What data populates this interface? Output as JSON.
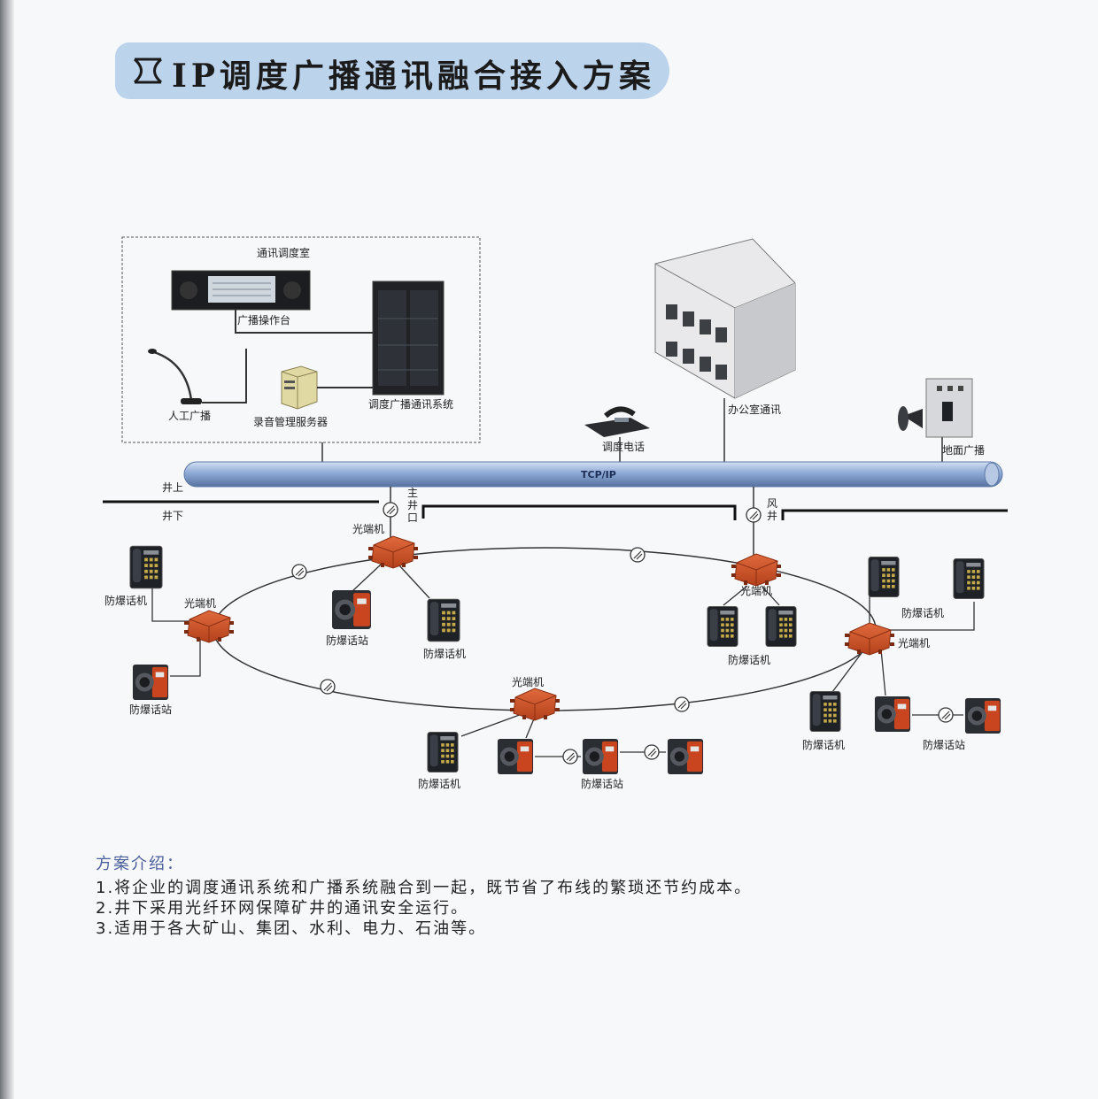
{
  "title": "IP调度广播通讯融合接入方案",
  "labels": {
    "control_room": "通讯调度室",
    "broadcast_console": "广播操作台",
    "manual_broadcast": "人工广播",
    "recording_server": "录音管理服务器",
    "dispatch_system": "调度广播通讯系统",
    "dispatch_phone": "调度电话",
    "office_comm": "办公室通讯",
    "ground_broadcast": "地面广播",
    "backbone": "TCP/IP",
    "above_ground": "井上",
    "below_ground": "井下",
    "main_shaft": [
      "主",
      "井",
      "口"
    ],
    "air_shaft": [
      "风",
      "井"
    ],
    "optical_terminal": "光端机",
    "explosion_proof_phone": "防爆话机",
    "explosion_proof_station": "防爆话站"
  },
  "intro": {
    "heading": "方案介绍：",
    "items": [
      "1.将企业的调度通讯系统和广播系统融合到一起，既节省了布线的繁琐还节约成本。",
      "2.井下采用光纤环网保障矿井的通讯安全运行。",
      "3.适用于各大矿山、集团、水利、电力、石油等。"
    ]
  },
  "colors": {
    "banner": "#bcd3ec",
    "backbone_pipe": "#8da9d6",
    "optical_terminal": "#d2552a",
    "phone": "#1e2126",
    "intro_heading": "#4b5f9a"
  }
}
